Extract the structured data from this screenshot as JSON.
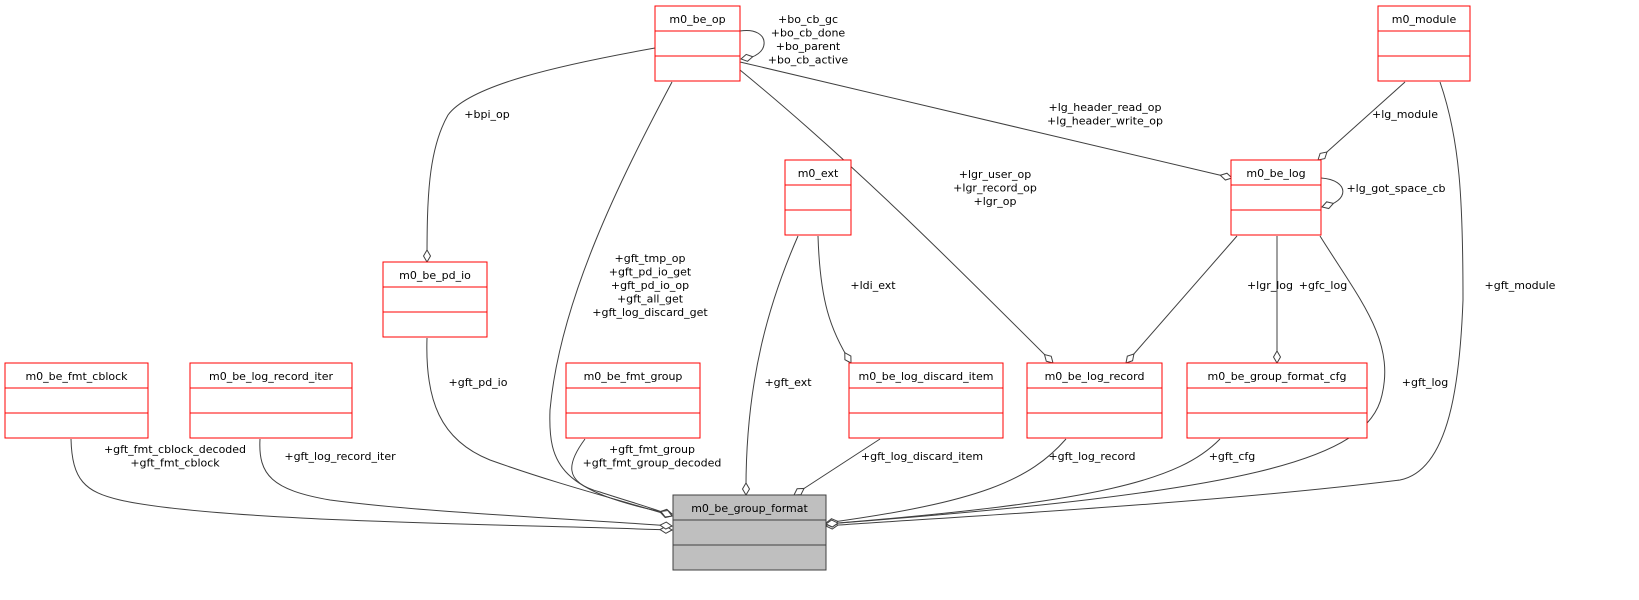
{
  "diagram": {
    "colors": {
      "node_border": "#ff0000",
      "focus_fill": "#bfbfbf",
      "focus_border": "#404040",
      "edge": "#404040"
    },
    "nodes": {
      "be_op": "m0_be_op",
      "module": "m0_module",
      "ext": "m0_ext",
      "be_log": "m0_be_log",
      "pd_io": "m0_be_pd_io",
      "fmt_cblock": "m0_be_fmt_cblock",
      "log_record_iter": "m0_be_log_record_iter",
      "fmt_group": "m0_be_fmt_group",
      "discard_item": "m0_be_log_discard_item",
      "log_record": "m0_be_log_record",
      "group_format_cfg": "m0_be_group_format_cfg",
      "group_format": "m0_be_group_format"
    },
    "edges": {
      "be_op_self": [
        "+bo_cb_gc",
        "+bo_cb_done",
        "+bo_parent",
        "+bo_cb_active"
      ],
      "be_op_pd_io": [
        "+bpi_op"
      ],
      "be_op_gf": [
        "+gft_tmp_op",
        "+gft_pd_io_get",
        "+gft_pd_io_op",
        "+gft_all_get",
        "+gft_log_discard_get"
      ],
      "be_op_be_log": [
        "+lg_header_read_op",
        "+lg_header_write_op"
      ],
      "be_op_log_record": [
        "+lgr_user_op",
        "+lgr_record_op",
        "+lgr_op"
      ],
      "module_be_log": [
        "+lg_module"
      ],
      "module_gf": [
        "+gft_module"
      ],
      "be_log_self": [
        "+lg_got_space_cb"
      ],
      "be_log_log_record": [
        "+lgr_log"
      ],
      "be_log_cfg": [
        "+gfc_log"
      ],
      "be_log_gf": [
        "+gft_log"
      ],
      "ext_gf": [
        "+gft_ext"
      ],
      "ext_discard": [
        "+ldi_ext"
      ],
      "pd_io_gf": [
        "+gft_pd_io"
      ],
      "cblock_gf": [
        "+gft_fmt_cblock_decoded",
        "+gft_fmt_cblock"
      ],
      "iter_gf": [
        "+gft_log_record_iter"
      ],
      "fmt_group_gf": [
        "+gft_fmt_group",
        "+gft_fmt_group_decoded"
      ],
      "discard_gf": [
        "+gft_log_discard_item"
      ],
      "log_record_gf": [
        "+gft_log_record"
      ],
      "cfg_gf": [
        "+gft_cfg"
      ]
    }
  }
}
